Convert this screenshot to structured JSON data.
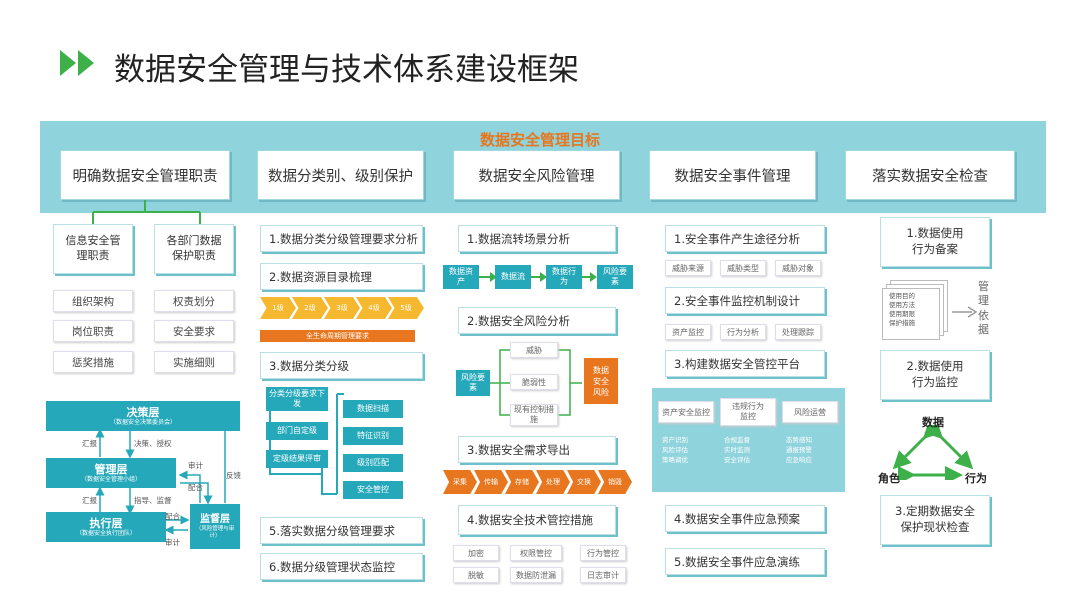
{
  "title": "数据安全管理与技术体系建设框架",
  "goal": "数据安全管理目标",
  "columns": [
    "明确数据安全管理职责",
    "数据分类别、级别保护",
    "数据安全风险管理",
    "数据安全事件管理",
    "落实数据安全检查"
  ],
  "col1": {
    "duty_a": "信息安全管理职责",
    "duty_b": "各部门数据保护职责",
    "items": [
      "组织架构",
      "权责划分",
      "岗位职责",
      "安全要求",
      "惩奖措施",
      "实施细则"
    ],
    "org": {
      "decision": "决策层",
      "decision_sub": "（数据安全决策委员会）",
      "mgmt": "管理层",
      "mgmt_sub": "（数据安全管理小组）",
      "exec": "执行层",
      "exec_sub": "（数据安全执行团队）",
      "super": "监督层",
      "super_sub": "（风险管理与审计）",
      "labels": [
        "汇报",
        "决策、授权",
        "汇报",
        "指导、监督",
        "配合",
        "审计",
        "审计",
        "配合",
        "反馈"
      ]
    }
  },
  "col2": {
    "s1": "1.数据分类分级管理要求分析",
    "s2": "2.数据资源目录梳理",
    "chev": [
      "1级",
      "2级",
      "3级",
      "4级",
      "5级"
    ],
    "lifecycle": "全生命周期管理要求",
    "s3": "3.数据分类分级",
    "flow_left": [
      "分类分级要求下发",
      "部门自定级",
      "定级结果评审"
    ],
    "flow_right": [
      "数据扫描",
      "特征识别",
      "级别匹配",
      "安全管控"
    ],
    "s5": "5.落实数据分级管理要求",
    "s6": "6.数据分级管理状态监控"
  },
  "col3": {
    "s1": "1.数据流转场景分析",
    "flow": [
      "数据资产",
      "数据流",
      "数据行为",
      "风险要素"
    ],
    "s2": "2.数据安全风险分析",
    "risk_in": "风险要素",
    "risk_mid": [
      "威胁",
      "脆弱性",
      "现有控制措施"
    ],
    "risk_out": "数据安全风险",
    "s3": "3.数据安全需求导出",
    "chev": [
      "采集",
      "传输",
      "存储",
      "处理",
      "交换",
      "销毁"
    ],
    "s4": "4.数据安全技术管控措施",
    "tags": [
      "加密",
      "权限管控",
      "行为管控",
      "脱敏",
      "数据防泄漏",
      "日志审计"
    ]
  },
  "col4": {
    "s1": "1.安全事件产生途径分析",
    "tags1": [
      "威胁来源",
      "威胁类型",
      "威胁对象"
    ],
    "s2": "2.安全事件监控机制设计",
    "tags2": [
      "资产监控",
      "行为分析",
      "处理跟踪"
    ],
    "s3": "3.构建数据安全管控平台",
    "platform": [
      "资产安全监控",
      "违规行为监控",
      "风险运营"
    ],
    "platform_items": [
      [
        "资产识别",
        "风险评估",
        "策略调优"
      ],
      [
        "合规监督",
        "实时监测",
        "安全评估"
      ],
      [
        "态势感知",
        "通报预警",
        "应急响应"
      ]
    ],
    "s4": "4.数据安全事件应急预案",
    "s5": "5.数据安全事件应急演练"
  },
  "col5": {
    "c1": "1.数据使用行为备案",
    "doc_lines": [
      "使用目的",
      "使用方法",
      "使用期限",
      "保护措施"
    ],
    "basis": "管理依据",
    "c2": "2.数据使用行为监控",
    "tri_top": "数据",
    "tri_left": "角色",
    "tri_right": "行为",
    "c3": "3.定期数据安全保护现状检查"
  },
  "colors": {
    "accent": "#3db04a",
    "teal": "#25a8ba",
    "band": "#8fd3dc",
    "orange": "#e8761e",
    "yellow": "#f5b82e"
  }
}
